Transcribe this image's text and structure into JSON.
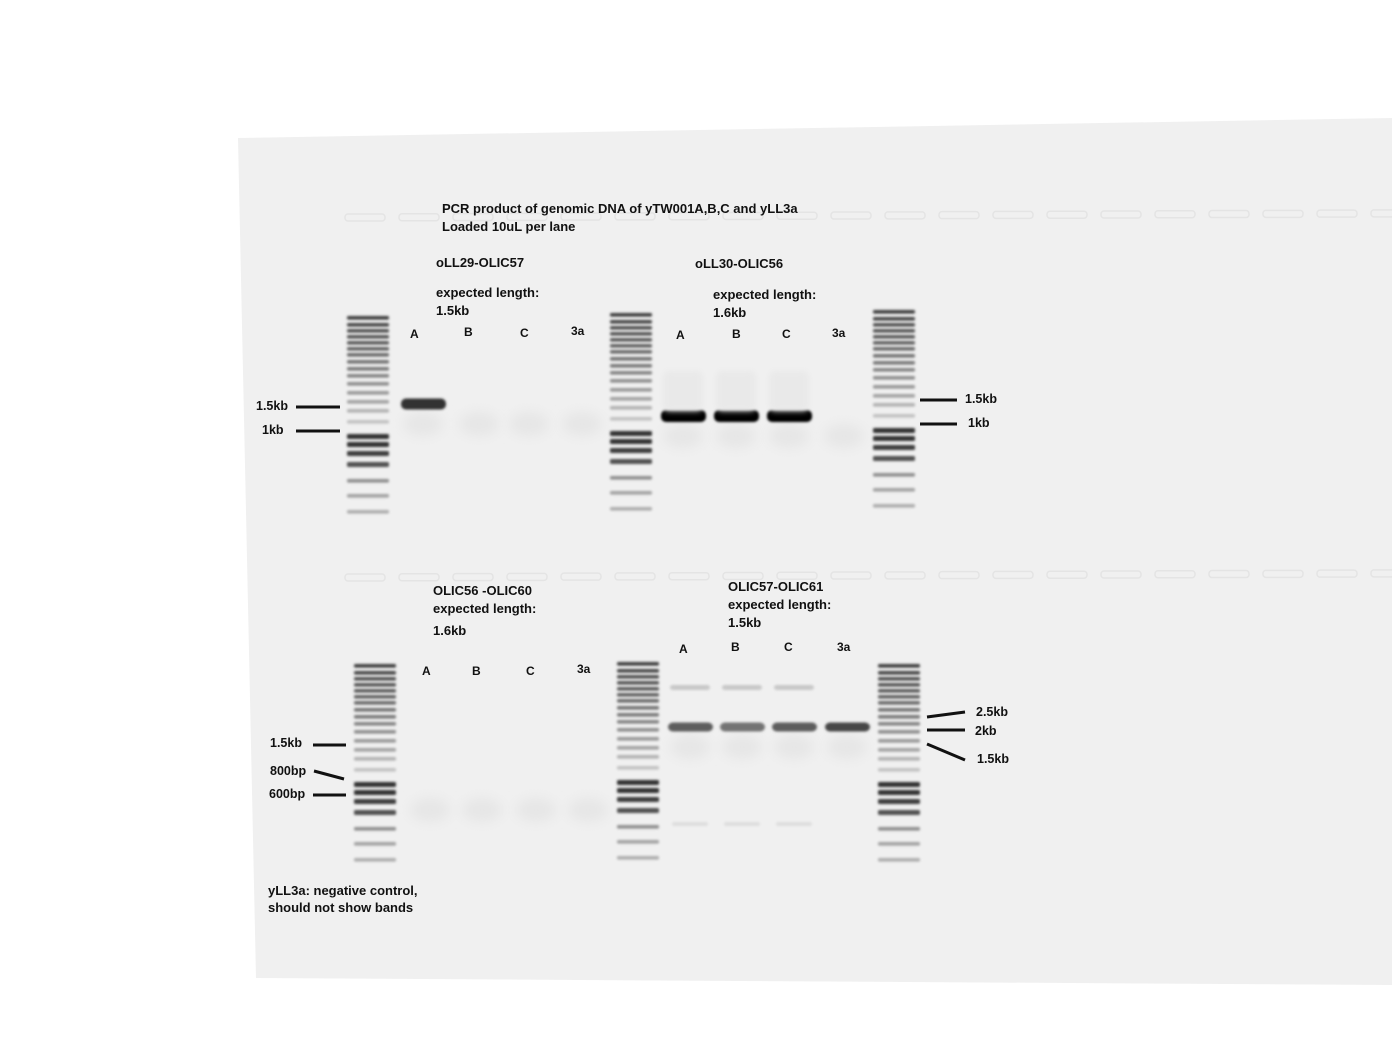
{
  "header": {
    "line1": "PCR product of genomic DNA of yTW001A,B,C and yLL3a",
    "line2": "Loaded 10uL per lane"
  },
  "panels": [
    {
      "primers": "oLL29-OLIC57",
      "expected_label": "expected length:",
      "expected_value": "1.5kb",
      "lanes": [
        "A",
        "B",
        "C",
        "3a"
      ],
      "band_strength": [
        0.8,
        0,
        0,
        0
      ]
    },
    {
      "primers": "oLL30-OLIC56",
      "expected_label": "expected length:",
      "expected_value": "1.6kb",
      "lanes": [
        "A",
        "B",
        "C",
        "3a"
      ],
      "band_strength": [
        1.0,
        1.0,
        1.0,
        0
      ]
    },
    {
      "primers": "OLIC56 -OLIC60",
      "expected_label": "expected length:",
      "expected_value": "1.6kb",
      "lanes": [
        "A",
        "B",
        "C",
        "3a"
      ],
      "band_strength": [
        0,
        0,
        0,
        0
      ]
    },
    {
      "primers": "OLIC57-OLIC61",
      "expected_label": "expected length:",
      "expected_value": "1.5kb",
      "lanes": [
        "A",
        "B",
        "C",
        "3a"
      ],
      "band_strength": [
        0.6,
        0.5,
        0.6,
        0.7
      ]
    }
  ],
  "markers": {
    "top_left": [
      "1.5kb",
      "1kb"
    ],
    "top_right": [
      "1.5kb",
      "1kb"
    ],
    "bottom_left": [
      "1.5kb",
      "800bp",
      "600bp"
    ],
    "bottom_right": [
      "2.5kb",
      "2kb",
      "1.5kb"
    ]
  },
  "note": {
    "line1": "yLL3a: negative control,",
    "line2": "should not show bands"
  }
}
